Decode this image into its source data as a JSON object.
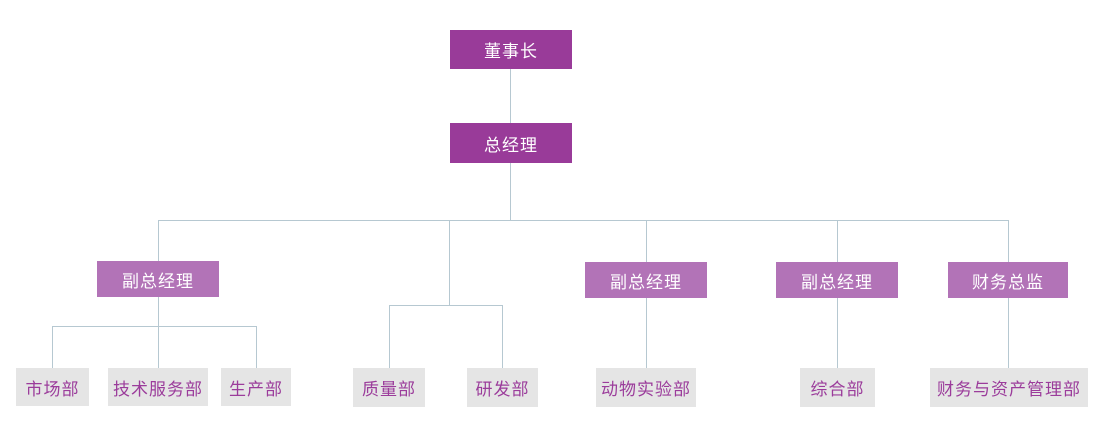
{
  "diagram": {
    "type": "org-chart",
    "colors": {
      "bg": "#ffffff",
      "executive_fill": "#993B99",
      "executive_text": "#ffffff",
      "manager_fill": "#B273B7",
      "manager_text": "#ffffff",
      "department_fill": "#E5E5E5",
      "department_text": "#9B3C9B",
      "connector": "#B6C8D1"
    },
    "nodes": {
      "chairman": {
        "label": "董事长",
        "level": 1
      },
      "general_manager": {
        "label": "总经理",
        "level": 2
      },
      "deputy_gm_1": {
        "label": "副总经理",
        "level": 3
      },
      "deputy_gm_2": {
        "label": "副总经理",
        "level": 3
      },
      "deputy_gm_3": {
        "label": "副总经理",
        "level": 3
      },
      "finance_director": {
        "label": "财务总监",
        "level": 3
      },
      "marketing": {
        "label": "市场部",
        "level": 4
      },
      "tech_service": {
        "label": "技术服务部",
        "level": 4
      },
      "production": {
        "label": "生产部",
        "level": 4
      },
      "quality": {
        "label": "质量部",
        "level": 4
      },
      "rd": {
        "label": "研发部",
        "level": 4
      },
      "animal_lab": {
        "label": "动物实验部",
        "level": 4
      },
      "general_affairs": {
        "label": "综合部",
        "level": 4
      },
      "finance_assets": {
        "label": "财务与资产管理部",
        "level": 4
      }
    },
    "edges": [
      [
        "chairman",
        "general_manager"
      ],
      [
        "general_manager",
        "deputy_gm_1"
      ],
      [
        "general_manager",
        "quality"
      ],
      [
        "general_manager",
        "rd"
      ],
      [
        "general_manager",
        "deputy_gm_2"
      ],
      [
        "general_manager",
        "deputy_gm_3"
      ],
      [
        "general_manager",
        "finance_director"
      ],
      [
        "deputy_gm_1",
        "marketing"
      ],
      [
        "deputy_gm_1",
        "tech_service"
      ],
      [
        "deputy_gm_1",
        "production"
      ],
      [
        "deputy_gm_2",
        "animal_lab"
      ],
      [
        "deputy_gm_3",
        "general_affairs"
      ],
      [
        "finance_director",
        "finance_assets"
      ]
    ]
  }
}
